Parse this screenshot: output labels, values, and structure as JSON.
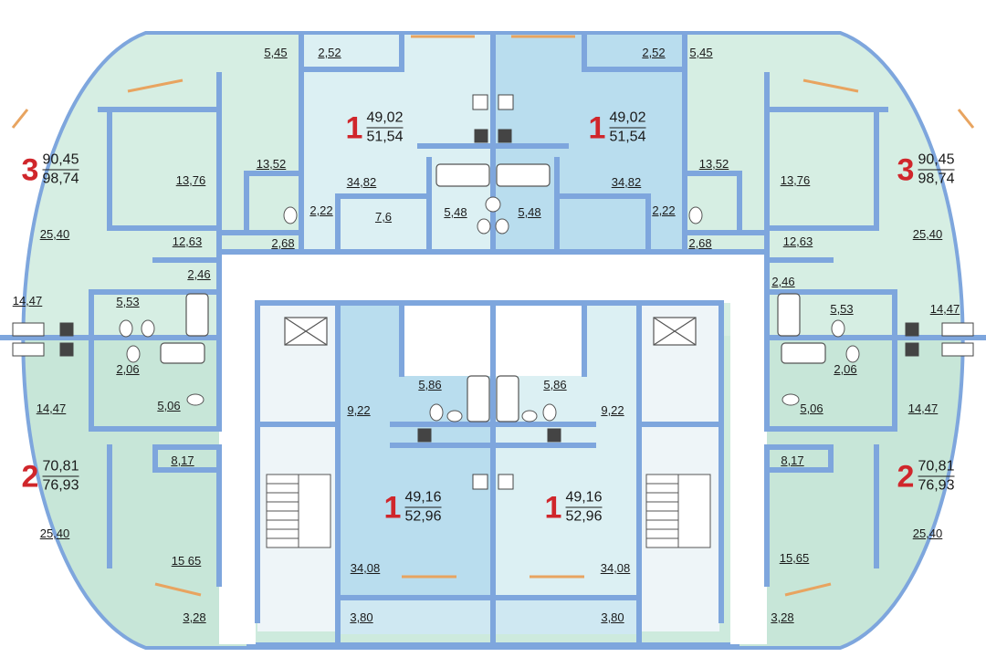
{
  "apartments": [
    {
      "id": "a1",
      "rooms": "3",
      "living": "90,45",
      "total": "98,74"
    },
    {
      "id": "a2",
      "rooms": "1",
      "living": "49,02",
      "total": "51,54"
    },
    {
      "id": "a3",
      "rooms": "1",
      "living": "49,02",
      "total": "51,54"
    },
    {
      "id": "a4",
      "rooms": "3",
      "living": "90,45",
      "total": "98,74"
    },
    {
      "id": "a5",
      "rooms": "2",
      "living": "70,81",
      "total": "76,93"
    },
    {
      "id": "a6",
      "rooms": "1",
      "living": "49,16",
      "total": "52,96"
    },
    {
      "id": "a7",
      "rooms": "1",
      "living": "49,16",
      "total": "52,96"
    },
    {
      "id": "a8",
      "rooms": "2",
      "living": "70,81",
      "total": "76,93"
    }
  ],
  "room_labels": {
    "l01": "5,45",
    "l02": "2,52",
    "l03": "2,52",
    "l04": "5,45",
    "l05": "13,76",
    "l06": "13,52",
    "l07": "34,82",
    "l08": "34,82",
    "l09": "13,52",
    "l10": "13,76",
    "l11": "2,22",
    "l12": "7,6",
    "l13": "5,48",
    "l14": "5,48",
    "l15": "2,22",
    "l16": "25,40",
    "l17": "12,63",
    "l18": "2,68",
    "l19": "2,68",
    "l20": "12,63",
    "l21": "25,40",
    "l22": "2,46",
    "l23": "2,46",
    "l24": "14,47",
    "l25": "5,53",
    "l26": "5,53",
    "l27": "14,47",
    "l28": "2,06",
    "l29": "2,06",
    "l30": "5,86",
    "l31": "5,86",
    "l32": "9,22",
    "l33": "9,22",
    "l34": "14,47",
    "l35": "5,06",
    "l36": "5,06",
    "l37": "14,47",
    "l38": "8,17",
    "l39": "8,17",
    "l40": "25,40",
    "l41": "15 65",
    "l42": "15,65",
    "l43": "25,40",
    "l44": "34,08",
    "l45": "34,08",
    "l46": "3,28",
    "l47": "3,80",
    "l48": "3,80",
    "l49": "3,28"
  },
  "colors": {
    "outer": "#cdeadd",
    "left_top": "#d2ecdf",
    "center_light": "#dcf0f3",
    "center_blue": "#b9ddee",
    "wall": "#7ea6dd",
    "accent_red": "#d0262b"
  }
}
